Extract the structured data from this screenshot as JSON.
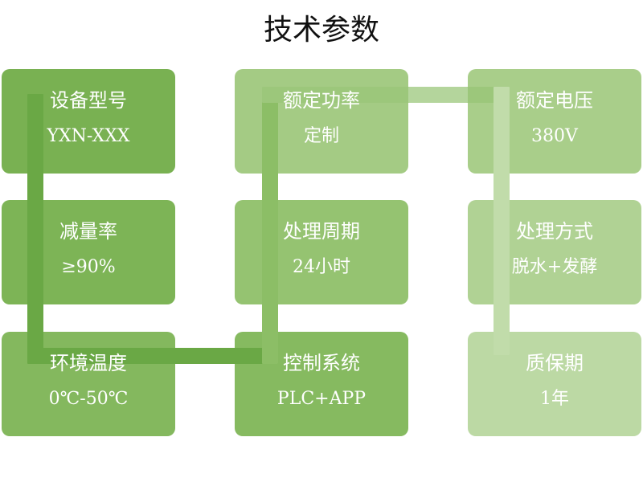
{
  "title": "技术参数",
  "colors": {
    "card_dark": "#79b152",
    "card_mid": "#8fc06a",
    "card_light": "#a6cc86",
    "card_lighter": "#b8d79f",
    "connector_dark": "#6aa845",
    "connector_light": "#a9cf8e",
    "connector_pale": "#c6e0b4",
    "text": "#ffffff"
  },
  "params": [
    {
      "label": "设备型号",
      "value": "YXN-XXX"
    },
    {
      "label": "减量率",
      "value": "≥90%"
    },
    {
      "label": "环境温度",
      "value": "0℃-50℃"
    },
    {
      "label": "控制系统",
      "value": "PLC+APP"
    },
    {
      "label": "处理周期",
      "value": "24小时"
    },
    {
      "label": "额定功率",
      "value": "定制"
    },
    {
      "label": "额定电压",
      "value": "380V"
    },
    {
      "label": "处理方式",
      "value": "脱水+发酵"
    },
    {
      "label": "质保期",
      "value": "1年"
    }
  ]
}
